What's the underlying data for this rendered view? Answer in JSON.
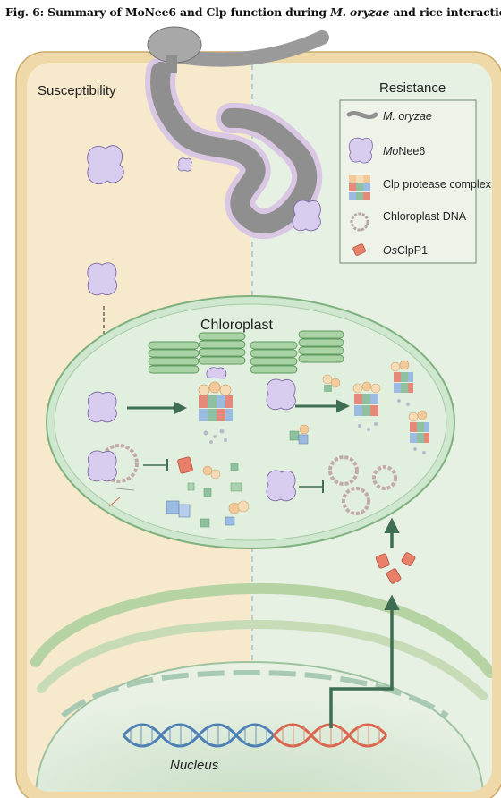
{
  "figure": {
    "title_prefix": "Fig. 6: Summary of MoNee6 and Clp function during ",
    "title_italic": "M. oryzae",
    "title_suffix": " and rice interaction."
  },
  "panels": {
    "left_label": "Susceptibility",
    "right_label": "Resistance",
    "chloroplast_label": "Chloroplast",
    "nucleus_label": "Nucleus"
  },
  "legend": {
    "items": [
      {
        "icon": "fungus-hypha-icon",
        "label": "M. oryzae",
        "italic": true
      },
      {
        "icon": "monee6-effector-icon",
        "label": "MoNee6",
        "italic": "partial"
      },
      {
        "icon": "clp-protease-icon",
        "label": "Clp protease complex"
      },
      {
        "icon": "chloroplast-dna-icon",
        "label": "Chloroplast DNA"
      },
      {
        "icon": "osclpp1-icon",
        "label": "OsClpP1",
        "italic": "partial"
      }
    ]
  },
  "colors": {
    "left_bg": "#f7e9cc",
    "right_bg": "#e6f0e3",
    "cell_wall": "#f0d9a8",
    "cell_wall_stroke": "#c9a86a",
    "chloroplast_fill": "#cfe6cf",
    "chloroplast_stroke": "#7fb27f",
    "arrow": "#3f6e52",
    "effector": "#d8cdee",
    "effector_stroke": "#7d6aa6",
    "fungus": "#8f8f8f",
    "dna_blue": "#4c7fb3",
    "dna_red": "#d9664e"
  }
}
